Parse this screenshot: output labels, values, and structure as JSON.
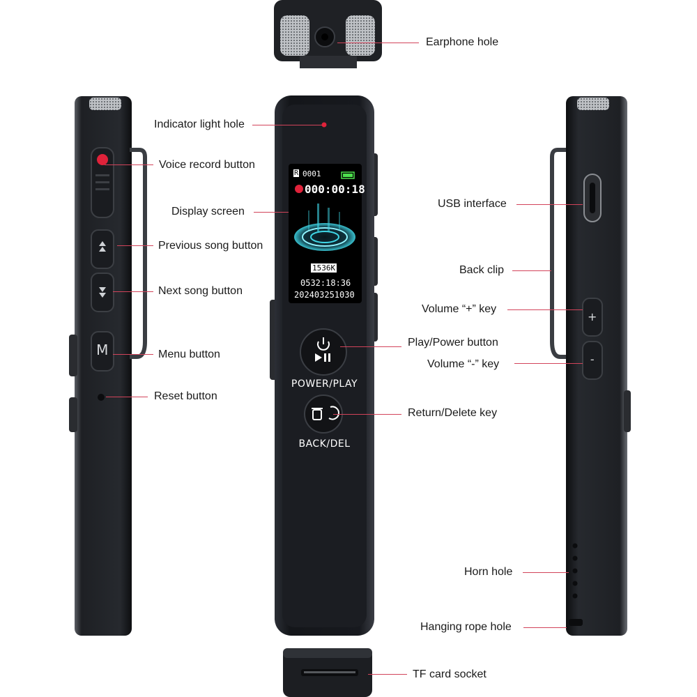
{
  "device": {
    "screen": {
      "file_id": "0001",
      "record_icon_letter": "R",
      "timer": "000:00:18",
      "bitrate": "1536K",
      "remaining": "0532:18:36",
      "datetime": "202403251030"
    },
    "power_caption": "POWER/PLAY",
    "back_caption": "BACK/DEL",
    "menu_key_letter": "M",
    "volume_plus_symbol": "+",
    "volume_minus_symbol": "-"
  },
  "labels": {
    "earphone_hole": "Earphone hole",
    "indicator_light_hole": "Indicator light hole",
    "voice_record_button": "Voice record button",
    "display_screen": "Display screen",
    "previous_song_button": "Previous song button",
    "next_song_button": "Next song button",
    "menu_button": "Menu button",
    "reset_button": "Reset button",
    "usb_interface": "USB interface",
    "back_clip": "Back clip",
    "volume_plus_key": "Volume “+” key",
    "play_power_button": "Play/Power button",
    "volume_minus_key": "Volume “-” key",
    "return_delete_key": "Return/Delete key",
    "horn_hole": "Horn hole",
    "hanging_rope_hole": "Hanging rope hole",
    "tf_card_socket": "TF card socket"
  },
  "colors": {
    "leader": "#d2435a",
    "record_red": "#e0223a",
    "body": "#1d2026",
    "screen_cyan": "#3fd6e6"
  }
}
